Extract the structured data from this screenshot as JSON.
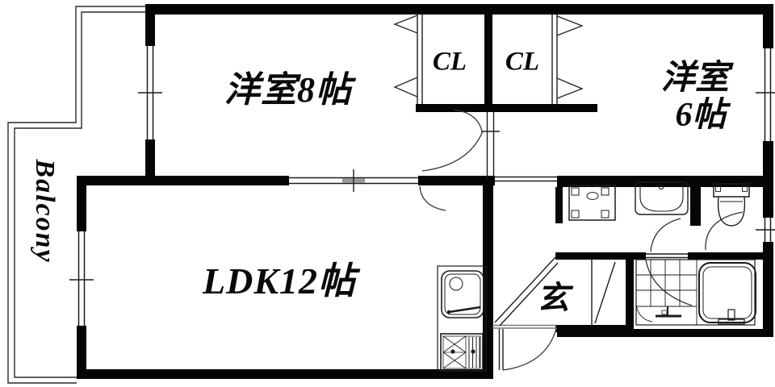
{
  "colors": {
    "wall": "#000000",
    "line": "#1c1c1c",
    "thin_line": "#555555",
    "background": "#ffffff"
  },
  "rooms": {
    "western8": {
      "label": "洋室8帖"
    },
    "western6": {
      "label_line1": "洋室",
      "label_line2": "6帖"
    },
    "closet_left": {
      "label": "CL"
    },
    "closet_right": {
      "label": "CL"
    },
    "ldk": {
      "label": "LDK12帖"
    },
    "entrance": {
      "label": "玄"
    },
    "balcony": {
      "label": "Balcony"
    }
  },
  "fixtures": [
    "kitchen-sink",
    "gas-stove",
    "washing-machine-pan",
    "washbasin",
    "toilet",
    "bathtub",
    "shower-mixer",
    "bath-tile-floor"
  ]
}
